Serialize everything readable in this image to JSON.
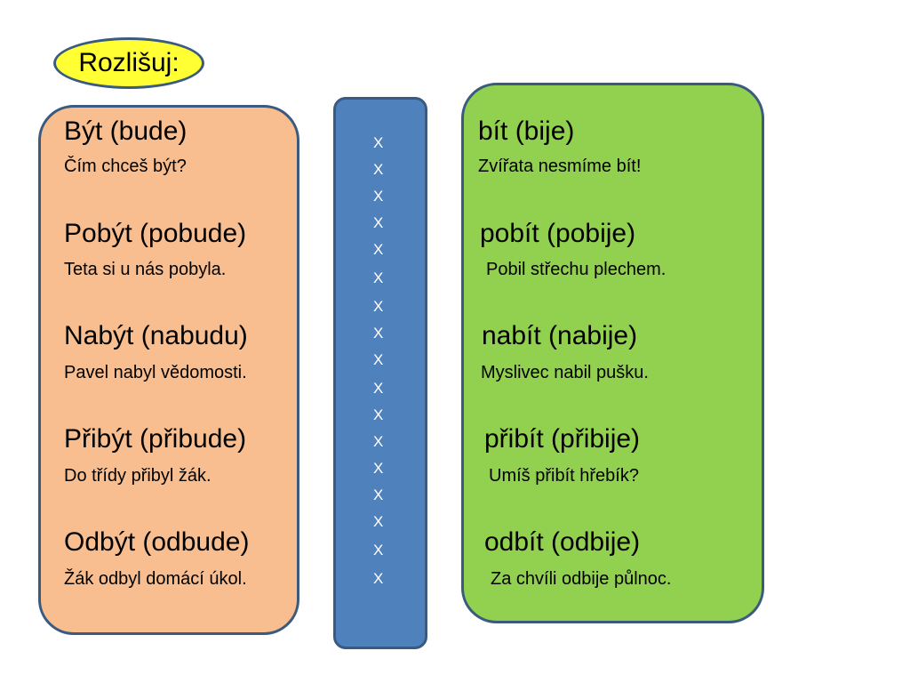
{
  "title": "Rozlišuj:",
  "left": [
    {
      "word": "Být (bude)",
      "sentence": "Čím chceš být?"
    },
    {
      "word": "Pobýt (pobude)",
      "sentence": "Teta si u nás pobyla."
    },
    {
      "word": "Nabýt (nabudu)",
      "sentence": "Pavel nabyl vědomosti."
    },
    {
      "word": "Přibýt (přibude)",
      "sentence": "Do třídy přibyl žák."
    },
    {
      "word": "Odbýt (odbude)",
      "sentence": "Žák odbyl domácí úkol."
    }
  ],
  "separator": [
    "X",
    "X",
    "X",
    "X",
    "X",
    "X",
    "X",
    "X",
    "X",
    "X",
    "X",
    "X",
    "X",
    "X",
    "X",
    "X",
    "X"
  ],
  "right": [
    {
      "word": "bít (bije)",
      "sentence": "Zvířata nesmíme bít!"
    },
    {
      "word": "pobít (pobije)",
      "sentence": "Pobil střechu plechem."
    },
    {
      "word": "nabít (nabije)",
      "sentence": "Myslivec nabil pušku."
    },
    {
      "word": "přibít (přibije)",
      "sentence": "Umíš přibít hřebík?"
    },
    {
      "word": "odbít (odbije)",
      "sentence": "Za chvíli odbije půlnoc."
    }
  ],
  "colors": {
    "title_fill": "#ffff33",
    "left_fill": "#f9be8f",
    "middle_fill": "#4f81bd",
    "right_fill": "#92d050",
    "border": "#3a5a80"
  }
}
